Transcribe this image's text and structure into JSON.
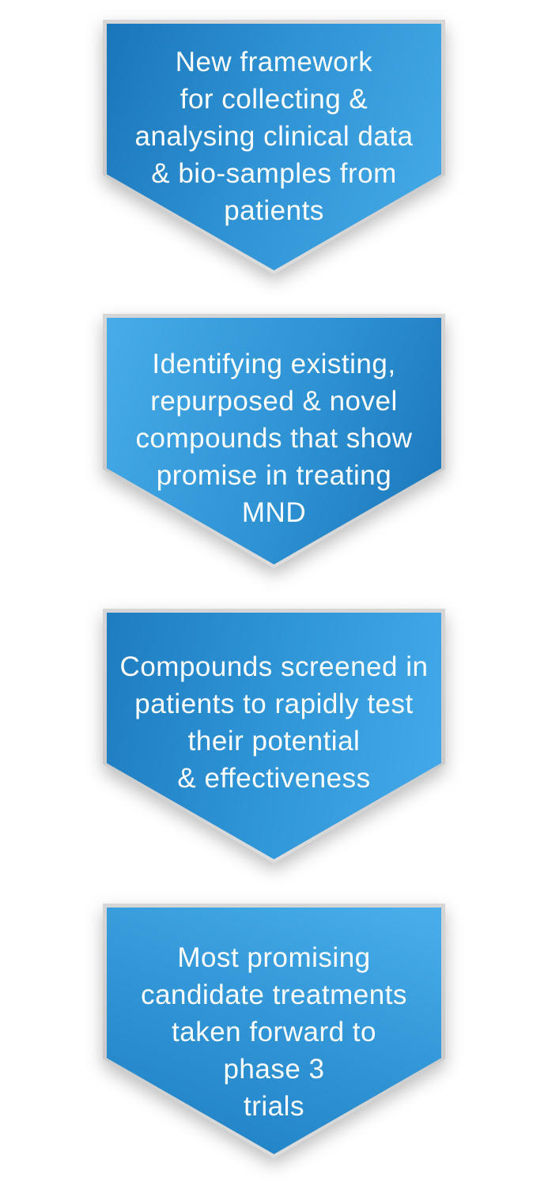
{
  "page": {
    "background": "#ffffff"
  },
  "diagram": {
    "type": "process-flow",
    "direction": "top-to-bottom",
    "shape": "downward-arrow-pentagon",
    "colors": {
      "arrow_gradient_dark": "#1a75b9",
      "arrow_gradient_light": "#47ace9",
      "arrow_border": "#cfcfcf",
      "text": "#ffffff"
    },
    "steps": [
      {
        "lines": [
          "New framework",
          "for collecting &",
          "analysing clinical data",
          "& bio-samples from",
          "patients"
        ]
      },
      {
        "lines": [
          "Identifying existing,",
          "repurposed & novel",
          "compounds that show",
          "promise in treating",
          "MND"
        ]
      },
      {
        "lines": [
          "Compounds screened in",
          "patients to rapidly test",
          "their potential",
          "& effectiveness"
        ]
      },
      {
        "lines": [
          "Most promising",
          "candidate treatments",
          "taken forward to",
          "phase 3",
          "trials"
        ]
      }
    ]
  }
}
